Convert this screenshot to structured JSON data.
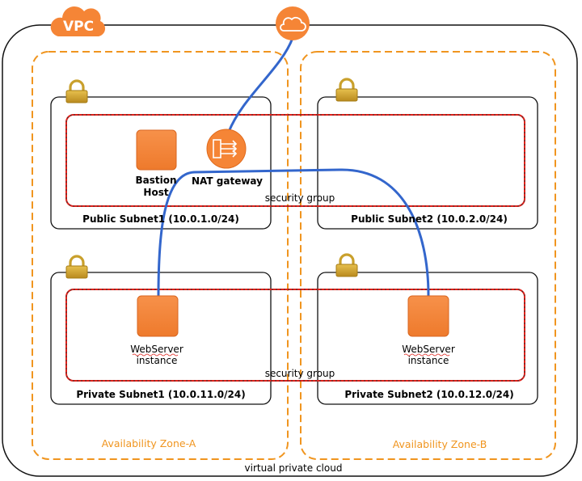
{
  "vpc": {
    "badge": "VPC",
    "caption": "virtual private cloud"
  },
  "zones": [
    {
      "label": "Availability Zone-A"
    },
    {
      "label": "Availability Zone-B"
    }
  ],
  "subnets": {
    "public1": "Public Subnet1 (10.0.1.0/24)",
    "public2": "Public Subnet2 (10.0.2.0/24)",
    "private1": "Private Subnet1 (10.0.11.0/24)",
    "private2": "Private Subnet2 (10.0.12.0/24)"
  },
  "security_groups": {
    "public": "security group",
    "private": "security group"
  },
  "nodes": {
    "bastion": {
      "line1": "Bastion",
      "line2": "Host"
    },
    "nat": {
      "label": "NAT gateway"
    },
    "web1": {
      "line1": "WebServer",
      "line2": "instance"
    },
    "web2": {
      "line1": "WebServer",
      "line2": "instance"
    }
  },
  "colors": {
    "aws_orange": "#F58536",
    "zone_orange": "#F0951F",
    "lock_gold": "#D4A937",
    "sg_red": "#E0201A",
    "link_blue": "#3366CC"
  },
  "icons": {
    "internet": "cloud-icon",
    "nat": "nat-gateway-icon",
    "lock": "lock-icon"
  }
}
